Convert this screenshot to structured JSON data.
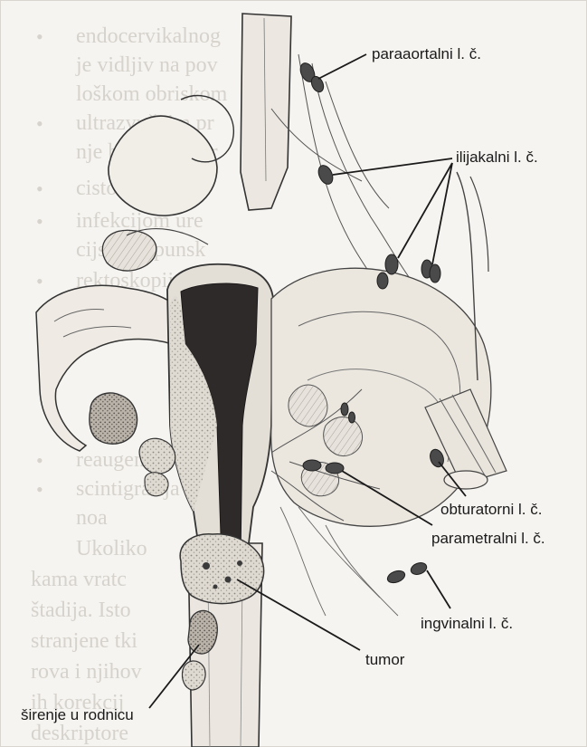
{
  "labels": {
    "paraaortalni": "paraaortalni l. č.",
    "ilijakalni": "ilijakalni l. č.",
    "obturatorni": "obturatorni l. č.",
    "parametralni": "parametralni l. č.",
    "ingvinalni": "ingvinalni l. č.",
    "tumor": "tumor",
    "sirenje": "širenje u rodnicu"
  },
  "background_text": {
    "lines": [
      "endocervikalnog",
      "je vidljiv na pov",
      "loškom obriskom",
      "ultrazvučnim pr",
      "nje bubrega, jetr",
      "cistoskopijom",
      "infekcijom ure",
      "cijske dopunsk",
      "rektoskopijom",
      "reaugenogra",
      "scintigrafija",
      "noa",
      "Ukoliko",
      "kama vratc",
      "štadija. Isto",
      "stranjene tki",
      "rova i njihov",
      "ih korekcij",
      "deskriptore"
    ]
  },
  "colors": {
    "ink": "#222222",
    "paper": "#f6f4f0",
    "faint_text": "#d6d2cc",
    "lymph_node": "#4a4a4a",
    "uterus_dark": "#2e2a2a"
  }
}
